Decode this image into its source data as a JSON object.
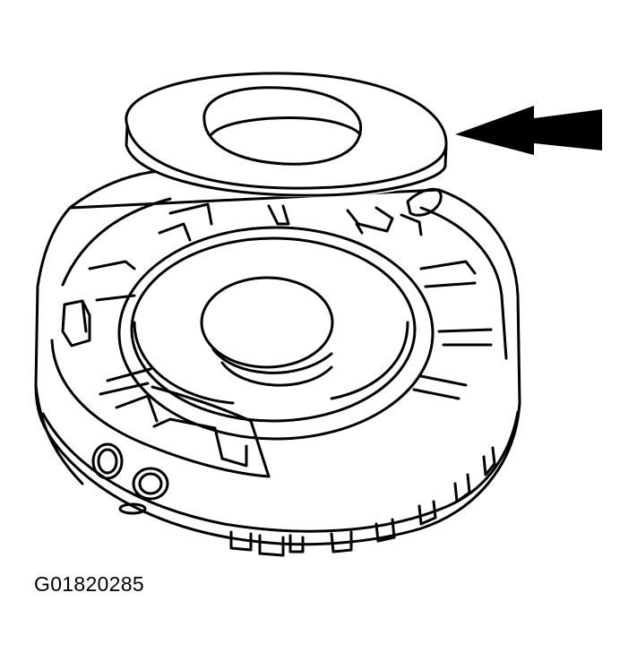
{
  "figure": {
    "code": "G01820285",
    "parts": {
      "washer": "thrust-washer",
      "housing": "clutch-housing",
      "arrow": "callout-arrow"
    }
  },
  "colors": {
    "ink": "#000000",
    "paper": "#ffffff"
  }
}
